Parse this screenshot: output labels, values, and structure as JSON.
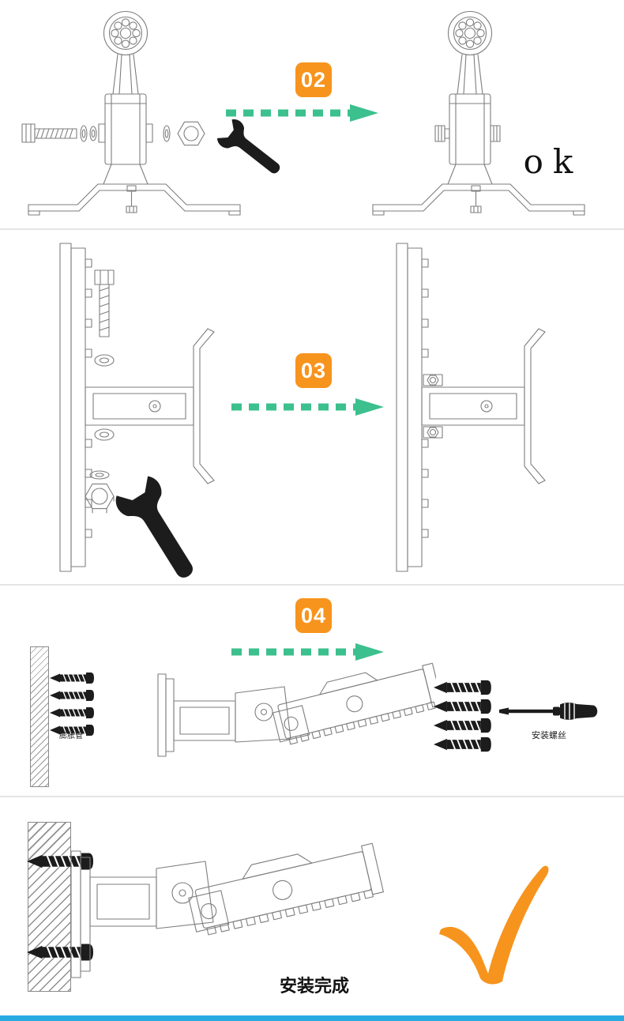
{
  "colors": {
    "accent_orange": "#F7941D",
    "arrow_green": "#3CC08E",
    "divider": "#E4E4E4",
    "footer_blue": "#29ABE2",
    "line_gray": "#7E7E7E",
    "ink": "#1C1C1C"
  },
  "steps": {
    "step02": {
      "badge": "02",
      "result_label": "ok"
    },
    "step03": {
      "badge": "03"
    },
    "step04": {
      "badge": "04",
      "expansion_tube_label": "膨胀管",
      "mounting_screws_label": "安装螺丝"
    },
    "final": {
      "caption": "安装完成"
    }
  }
}
